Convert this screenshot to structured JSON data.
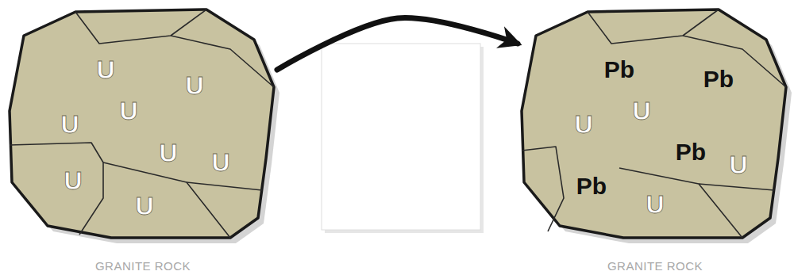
{
  "diagram": {
    "nodes": [
      {
        "text": [
          "U",
          "U",
          "U",
          "U",
          "U",
          "U",
          "U",
          "U",
          "GRANITE ROCK"
        ]
      },
      {
        "text": [
          "Pb",
          "Pb",
          "U",
          "U",
          "Pb",
          "U",
          "Pb",
          "U",
          "GRANITE ROCK"
        ]
      }
    ],
    "edges": [
      {
        "from": 0,
        "to": 1,
        "arrow": "to"
      }
    ]
  }
}
